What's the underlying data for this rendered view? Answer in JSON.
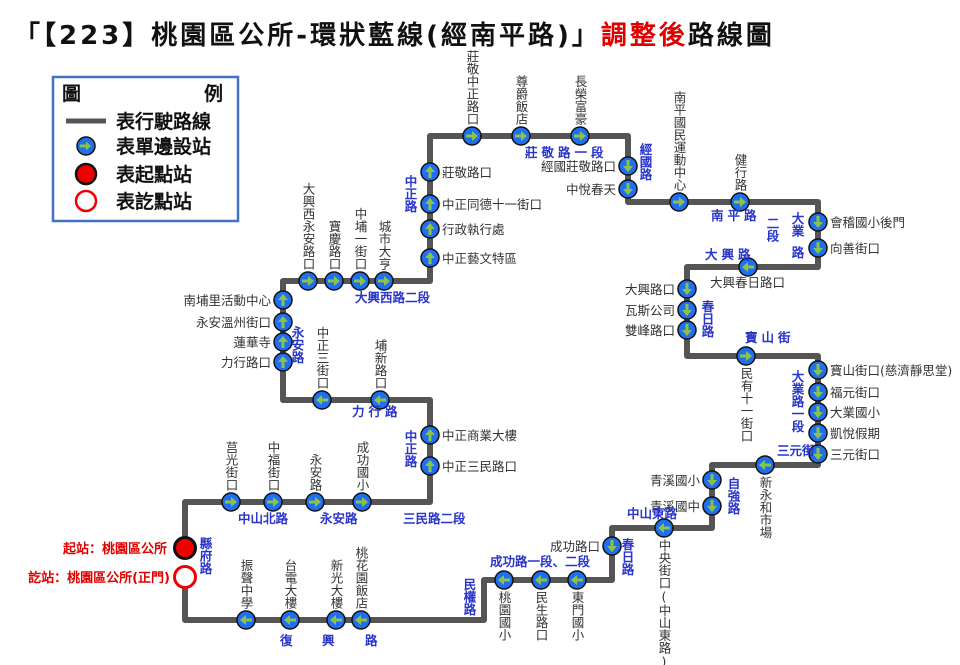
{
  "title": {
    "prefix": "「【223】桃園區公所-環狀藍線(經南平路)」",
    "highlight": "調整後",
    "suffix": "路線圖"
  },
  "colors": {
    "route": "#555555",
    "station_fill": "#1f6ff0",
    "arrow": "#8bc34a",
    "road_label": "#2a35c9",
    "terminal": "#e00000",
    "legend_border": "#4472c4"
  },
  "legend": {
    "header_left": "圖",
    "header_right": "例",
    "items": [
      {
        "icon": "route-line-icon",
        "label": "表行駛路線"
      },
      {
        "icon": "one-way-station-icon",
        "label": "表單邊設站"
      },
      {
        "icon": "start-station-icon",
        "label": "表起點站"
      },
      {
        "icon": "end-station-icon",
        "label": "表訖點站"
      }
    ]
  },
  "terminals": {
    "start": "起站：桃園區公所",
    "end": "訖站：桃園區公所(正門)"
  },
  "stations": [
    {
      "name": "莒光街口",
      "dir": "right"
    },
    {
      "name": "中福街口",
      "dir": "right"
    },
    {
      "name": "永安路",
      "dir": "right"
    },
    {
      "name": "成功國小",
      "dir": "right"
    },
    {
      "name": "中正三民路口",
      "dir": "up"
    },
    {
      "name": "中正商業大樓",
      "dir": "up"
    },
    {
      "name": "埔新路口",
      "dir": "left"
    },
    {
      "name": "中正三街口",
      "dir": "left"
    },
    {
      "name": "力行路口",
      "dir": "up"
    },
    {
      "name": "蓮華寺",
      "dir": "up"
    },
    {
      "name": "永安溫州街口",
      "dir": "up"
    },
    {
      "name": "南埔里活動中心",
      "dir": "up"
    },
    {
      "name": "大興西永安路口",
      "dir": "right"
    },
    {
      "name": "寶慶路口",
      "dir": "right"
    },
    {
      "name": "中埔一街口",
      "dir": "right"
    },
    {
      "name": "城市大亨",
      "dir": "right"
    },
    {
      "name": "中正藝文特區",
      "dir": "up"
    },
    {
      "name": "行政執行處",
      "dir": "up"
    },
    {
      "name": "中正同德十一街口",
      "dir": "up"
    },
    {
      "name": "莊敬路口",
      "dir": "up"
    },
    {
      "name": "莊敬中正路口",
      "dir": "right"
    },
    {
      "name": "尊爵飯店",
      "dir": "right"
    },
    {
      "name": "長榮富豪",
      "dir": "right"
    },
    {
      "name": "經國莊敬路口",
      "dir": "down"
    },
    {
      "name": "中悅春天",
      "dir": "down"
    },
    {
      "name": "南平國民運動中心",
      "dir": "right"
    },
    {
      "name": "健行路",
      "dir": "right"
    },
    {
      "name": "會稽國小後門",
      "dir": "down"
    },
    {
      "name": "向善街口",
      "dir": "down"
    },
    {
      "name": "大興春日路口",
      "dir": "left"
    },
    {
      "name": "大興路口",
      "dir": "down"
    },
    {
      "name": "瓦斯公司",
      "dir": "down"
    },
    {
      "name": "雙峰路口",
      "dir": "down"
    },
    {
      "name": "民有十一街口",
      "dir": "right"
    },
    {
      "name": "寶山街口(慈濟靜思堂)",
      "dir": "down"
    },
    {
      "name": "福元街口",
      "dir": "down"
    },
    {
      "name": "大業國小",
      "dir": "down"
    },
    {
      "name": "凱悅假期",
      "dir": "down"
    },
    {
      "name": "三元街口",
      "dir": "down"
    },
    {
      "name": "新永和市場",
      "dir": "left"
    },
    {
      "name": "青溪國小",
      "dir": "down"
    },
    {
      "name": "青溪國中",
      "dir": "down"
    },
    {
      "name": "中央街口(中山東路)",
      "dir": "left"
    },
    {
      "name": "成功路口",
      "dir": "down"
    },
    {
      "name": "東門國小",
      "dir": "left"
    },
    {
      "name": "民生路口",
      "dir": "left"
    },
    {
      "name": "桃園國小",
      "dir": "left"
    },
    {
      "name": "桃花園飯店",
      "dir": "left"
    },
    {
      "name": "新光大樓",
      "dir": "left"
    },
    {
      "name": "台電大樓",
      "dir": "left"
    },
    {
      "name": "振聲中學",
      "dir": "left"
    }
  ],
  "roads": [
    "中山北路",
    "永安路",
    "三民路二段",
    "中正路",
    "力行路",
    "永安路",
    "大興西路二段",
    "中正路",
    "莊敬路一段",
    "經國路",
    "南平路",
    "大業",
    "路",
    "二段",
    "大興路",
    "春日路",
    "寶山街",
    "大業路一段",
    "三元街",
    "自強路",
    "中山東路",
    "春日路",
    "成功路一段、二段",
    "民權路",
    "復",
    "興",
    "路",
    "縣府路"
  ]
}
